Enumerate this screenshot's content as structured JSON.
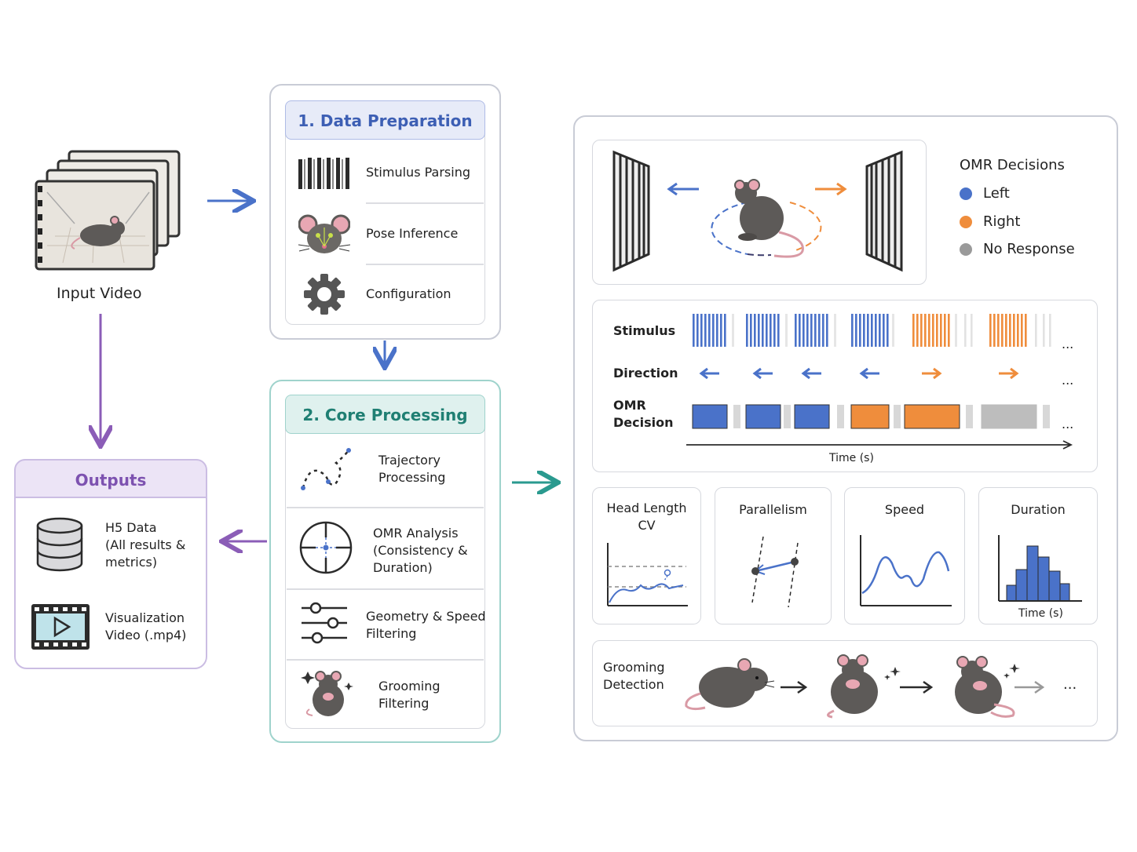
{
  "input": {
    "label": "Input Video"
  },
  "prep": {
    "title": "1.  Data Preparation",
    "items": [
      {
        "label": "Stimulus Parsing",
        "icon": "stripes-icon"
      },
      {
        "label": "Pose Inference",
        "icon": "mouse-face-icon"
      },
      {
        "label": "Configuration",
        "icon": "gear-icon"
      }
    ]
  },
  "core": {
    "title": "2.  Core Processing",
    "items": [
      {
        "label": "Trajectory\nProcessing",
        "icon": "trajectory-icon"
      },
      {
        "label": "OMR Analysis\n(Consistency &\nDuration)",
        "icon": "crosshair-icon"
      },
      {
        "label": "Geometry & Speed\nFiltering",
        "icon": "sliders-icon"
      },
      {
        "label": "Grooming\nFiltering",
        "icon": "grooming-mouse-icon"
      }
    ]
  },
  "outputs": {
    "title": "Outputs",
    "items": [
      {
        "label": "H5 Data\n(All results &\nmetrics)",
        "icon": "database-icon"
      },
      {
        "label": "Visualization\nVideo (.mp4)",
        "icon": "video-icon"
      }
    ]
  },
  "legend": {
    "title": "OMR Decisions",
    "items": [
      {
        "label": "Left",
        "color": "#4a72c9"
      },
      {
        "label": "Right",
        "color": "#ef8d3c"
      },
      {
        "label": "No Response",
        "color": "#9a9a9a"
      }
    ]
  },
  "timeline": {
    "rows": [
      "Stimulus",
      "Direction",
      "OMR\nDecision"
    ],
    "axis_label": "Time (s)",
    "ellipsis": "...",
    "stimulus": [
      "L",
      "L",
      "L",
      "L",
      "R",
      "R"
    ],
    "decisions": [
      "L",
      "L",
      "L",
      "R",
      "R",
      "N"
    ]
  },
  "metrics": [
    {
      "title": "Head Length\nCV"
    },
    {
      "title": "Parallelism"
    },
    {
      "title": "Speed"
    },
    {
      "title": "Duration",
      "axis_label": "Time (s)"
    }
  ],
  "grooming": {
    "label": "Grooming\nDetection",
    "ellipsis": "..."
  },
  "colors": {
    "blue": "#4a72c9",
    "orange": "#ef8d3c",
    "gray": "#bdbdbd",
    "teal": "#2a9a8f",
    "purple": "#8b5db7"
  }
}
